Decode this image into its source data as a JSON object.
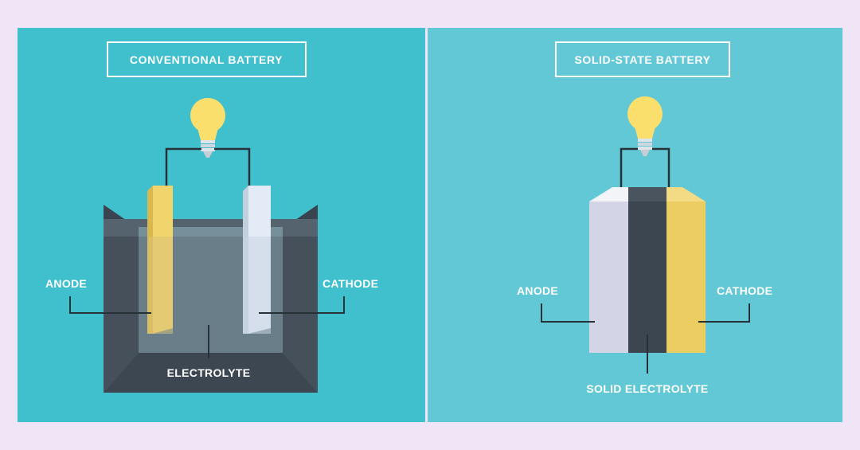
{
  "conventional": {
    "title": "CONVENTIONAL BATTERY",
    "anode_label": "ANODE",
    "cathode_label": "CATHODE",
    "electrolyte_label": "ELECTROLYTE"
  },
  "solid_state": {
    "title": "SOLID-STATE BATTERY",
    "anode_label": "ANODE",
    "cathode_label": "CATHODE",
    "electrolyte_label": "SOLID ELECTROLYTE"
  },
  "colors": {
    "background": "#f0e4f7",
    "panel_left": "#40bfcd",
    "panel_right": "#63c8d6",
    "anode_conventional": "#f1d46c",
    "cathode_conventional": "#e3ecf6",
    "anode_solid": "#d3d5e6",
    "electrolyte_solid": "#3c4650",
    "cathode_solid": "#eccd62",
    "bulb": "#fbdf6d",
    "line": "#263238"
  }
}
